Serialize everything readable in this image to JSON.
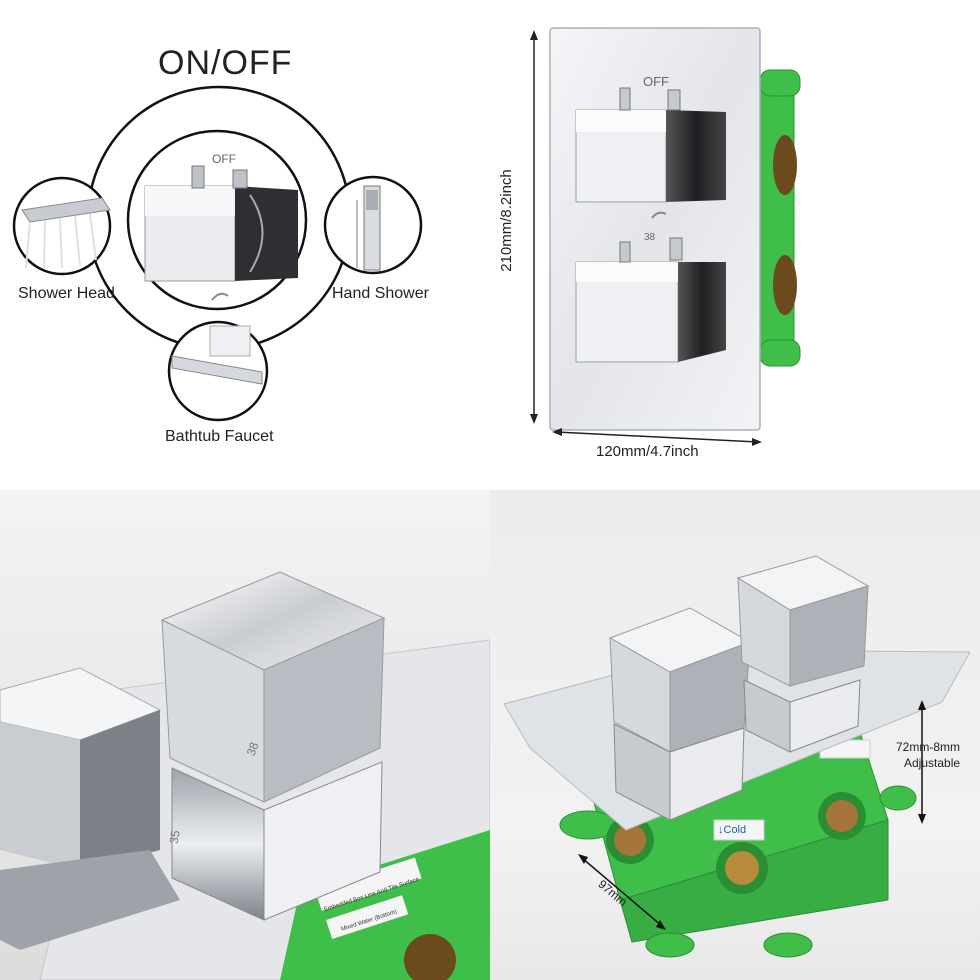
{
  "top_left": {
    "title": "ON/OFF",
    "center_off_text": "OFF",
    "labels": {
      "shower_head": "Shower Head",
      "hand_shower": "Hand Shower",
      "bathtub_faucet": "Bathtub Faucet"
    }
  },
  "top_right": {
    "off_text": "OFF",
    "temp_text": "38",
    "dim_height": "210mm/8.2inch",
    "dim_width": "120mm/4.7inch"
  },
  "bottom_left": {
    "dial_38": "38",
    "dial_35": "35",
    "box_text_1": "Embedded Box Line And Tile Surface",
    "box_text_2": "Mixed Water (Bottom)"
  },
  "bottom_right": {
    "depth_dim": "72mm-8mm",
    "depth_note": "Adjustable",
    "cold_label": "↓Cold",
    "box_dim": "97mm"
  },
  "colors": {
    "box_green": "#3fbf4a",
    "brass": "#b88a3b",
    "chrome": "#d8dbe0"
  }
}
